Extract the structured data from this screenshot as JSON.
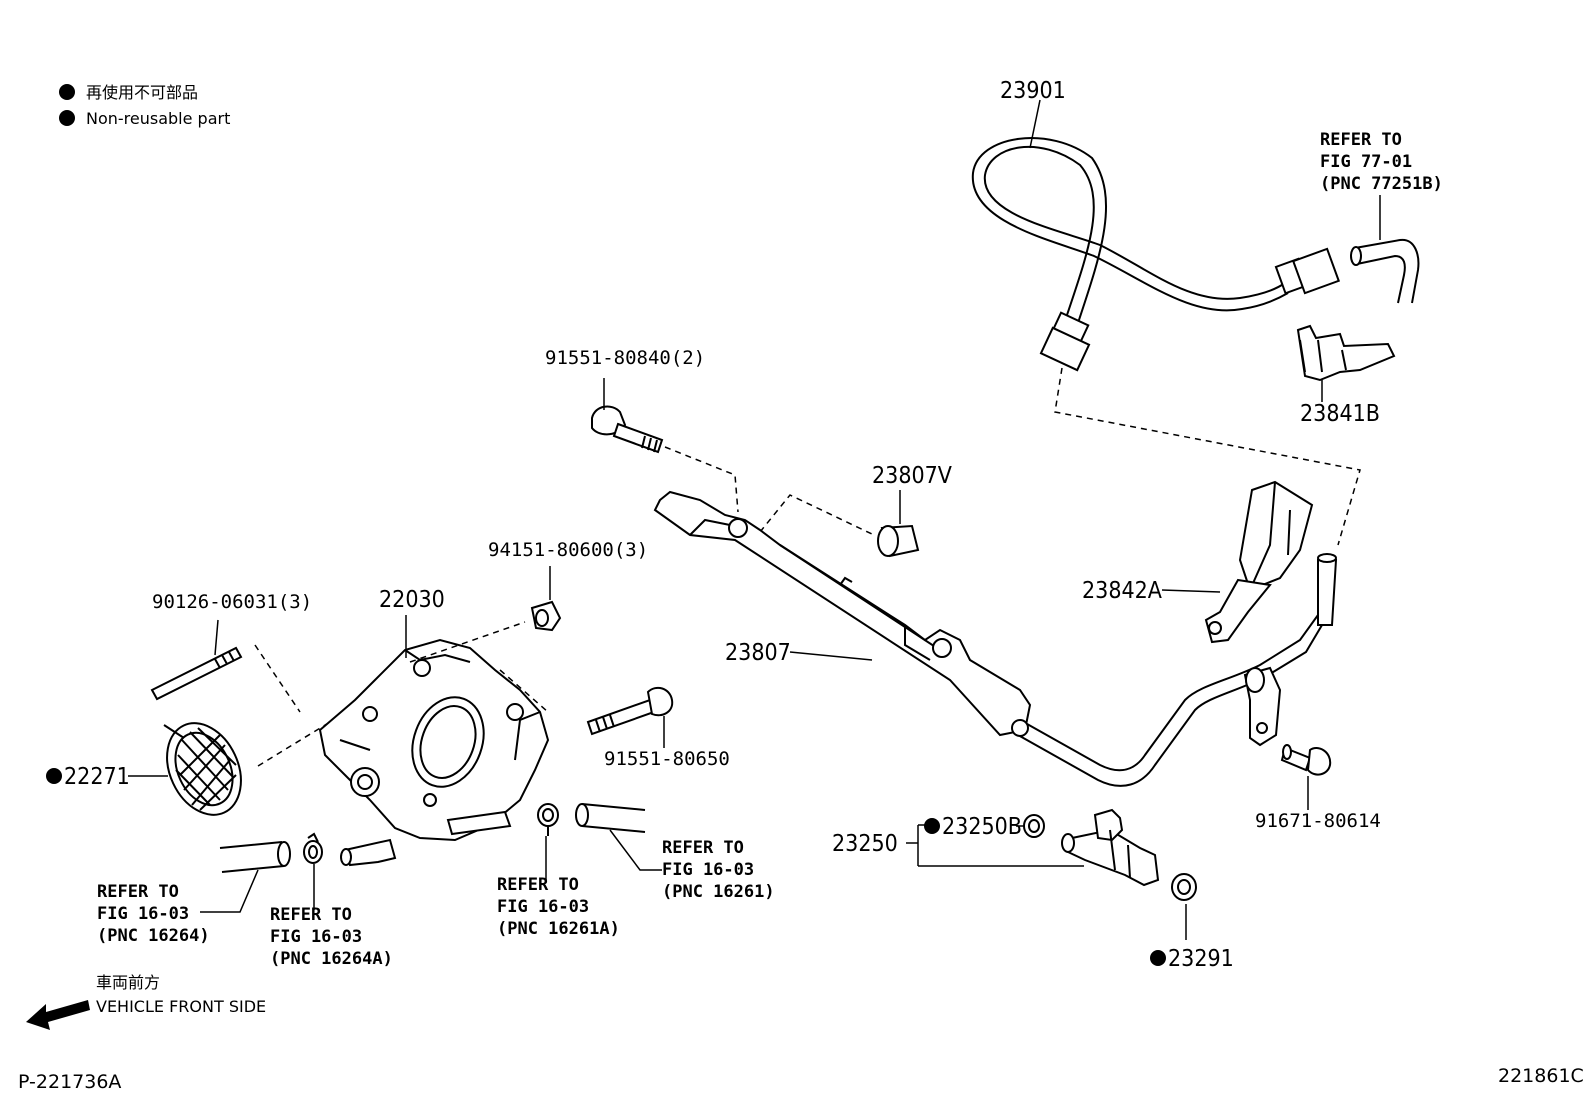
{
  "legend": {
    "jp": "再使用不可部品",
    "en": "Non-reusable part"
  },
  "direction": {
    "jp": "車両前方",
    "en": "VEHICLE FRONT SIDE"
  },
  "codes": {
    "left": "P-221736A",
    "right": "221861C"
  },
  "parts": {
    "p23901": "23901",
    "p23841B": "23841B",
    "p23807V": "23807V",
    "p23842A": "23842A",
    "p23807": "23807",
    "p91671": "91671-80614",
    "p23250": "23250",
    "p23250B": "23250B",
    "p23291": "23291",
    "p91551a": "91551-80840(2)",
    "p94151": "94151-80600(3)",
    "p90126": "90126-06031(3)",
    "p22030": "22030",
    "p22271": "22271",
    "p91551b": "91551-80650"
  },
  "refs": {
    "r77": [
      "REFER TO",
      "FIG  77-01",
      "(PNC 77251B)"
    ],
    "r16261": [
      "REFER TO",
      "FIG  16-03",
      "(PNC 16261)"
    ],
    "r16261A": [
      "REFER TO",
      "FIG  16-03",
      "(PNC 16261A)"
    ],
    "r16264": [
      "REFER TO",
      "FIG  16-03",
      "(PNC 16264)"
    ],
    "r16264A": [
      "REFER TO",
      "FIG  16-03",
      "(PNC 16264A)"
    ]
  }
}
